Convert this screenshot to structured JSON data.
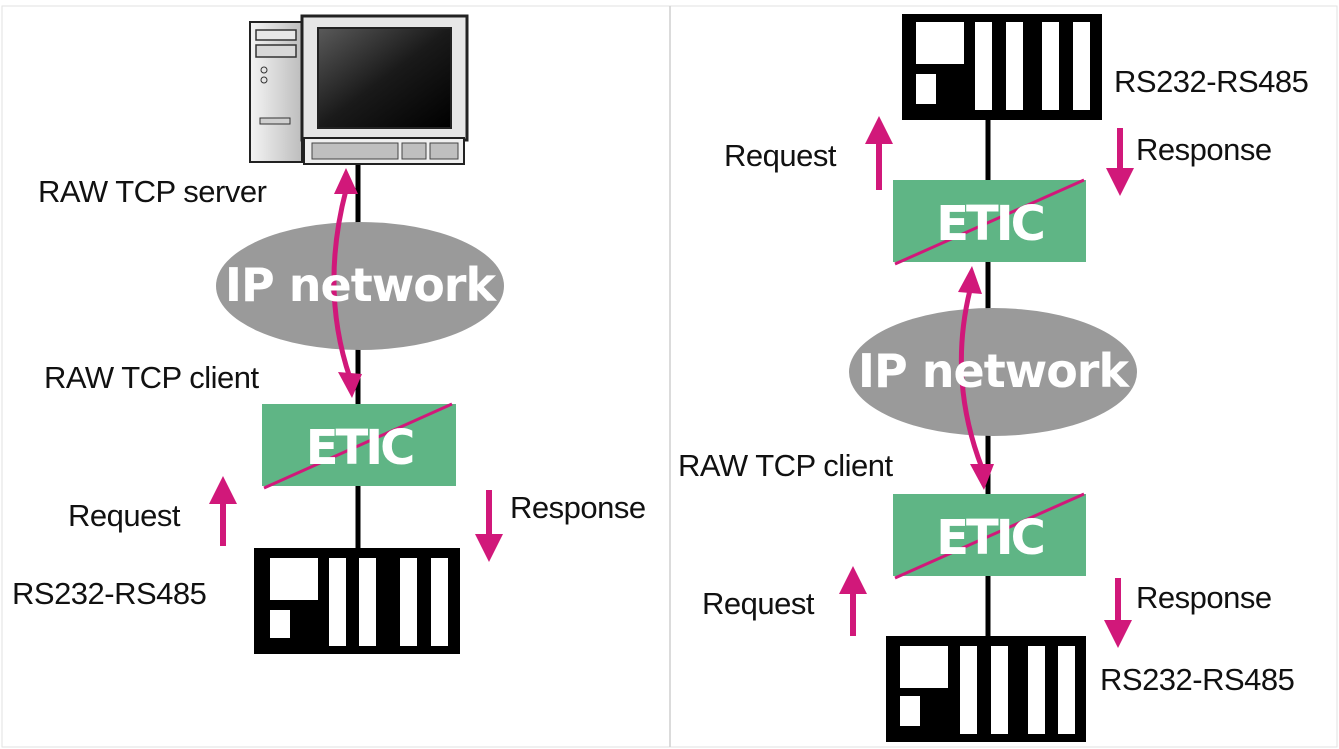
{
  "left_panel": {
    "server_label": "RAW TCP server",
    "network_label": "IP network",
    "client_label": "RAW TCP client",
    "gateway_label": "ETIC",
    "request_label": "Request",
    "response_label": "Response",
    "device_label": "RS232-RS485"
  },
  "right_panel": {
    "top_device_label": "RS232-RS485",
    "top_request_label": "Request",
    "top_response_label": "Response",
    "top_gateway_label": "ETIC",
    "network_label": "IP network",
    "client_label": "RAW TCP client",
    "bottom_gateway_label": "ETIC",
    "bottom_request_label": "Request",
    "bottom_response_label": "Response",
    "bottom_device_label": "RS232-RS485"
  },
  "colors": {
    "gateway_fill": "#5FB585",
    "network_fill": "#9A9A9A",
    "arrow": "#D1187A",
    "device_fill": "#000000"
  }
}
